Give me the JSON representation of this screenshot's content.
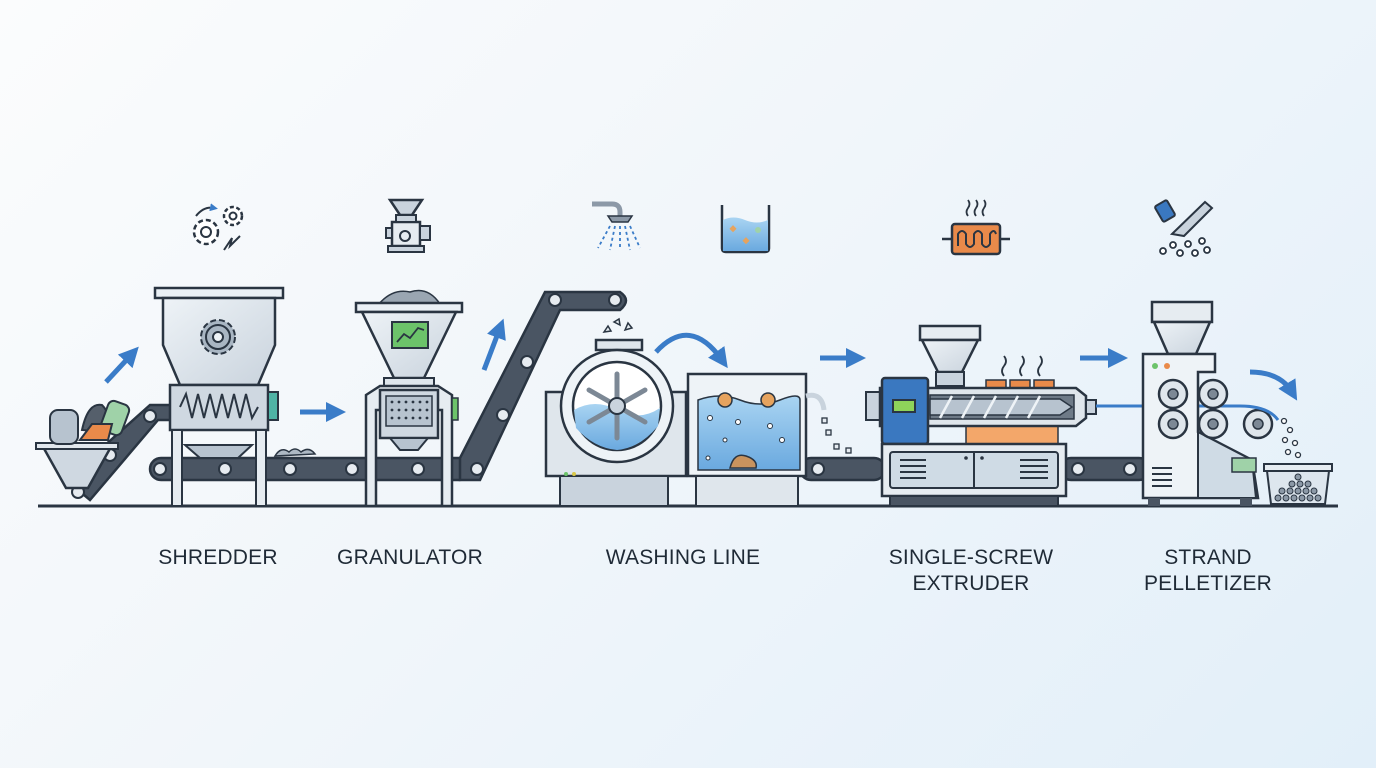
{
  "diagram": {
    "type": "process-flow",
    "subject": "Plastic recycling line",
    "direction": "left-to-right",
    "colors": {
      "outline": "#2a3542",
      "metal": "#d5dde5",
      "metal_light": "#eaf0f5",
      "conveyor": "#4a5563",
      "arrow_blue": "#3a7cc8",
      "water": "#8fc3ea",
      "orange": "#e98a4a",
      "green_screen": "#6cc36a",
      "extruder_blue": "#3a78c0",
      "teal_accent": "#4fb3a5"
    },
    "stages": [
      {
        "id": "shredder",
        "label_lines": [
          "SHREDDER"
        ],
        "icon": "gears-and-blades-icon"
      },
      {
        "id": "granulator",
        "label_lines": [
          "GRANULATOR"
        ],
        "icon": "grinder-hopper-icon"
      },
      {
        "id": "washing-line",
        "label_lines": [
          "WASHING LINE"
        ],
        "icon": [
          "shower-spray-icon",
          "water-tank-icon"
        ]
      },
      {
        "id": "single-screw-extruder",
        "label_lines": [
          "SINGLE-SCREW",
          "EXTRUDER"
        ],
        "icon": "heating-element-icon"
      },
      {
        "id": "strand-pelletizer",
        "label_lines": [
          "STRAND",
          "PELLETIZER"
        ],
        "icon": "knife-pellets-icon"
      }
    ],
    "flow_arrows": [
      "feed-to-shredder",
      "shredder-to-granulator",
      "granulator-to-incline-conveyor",
      "washer-to-float-tank",
      "tank-to-extruder",
      "extruder-to-pelletizer",
      "pelletizer-to-bin"
    ]
  }
}
